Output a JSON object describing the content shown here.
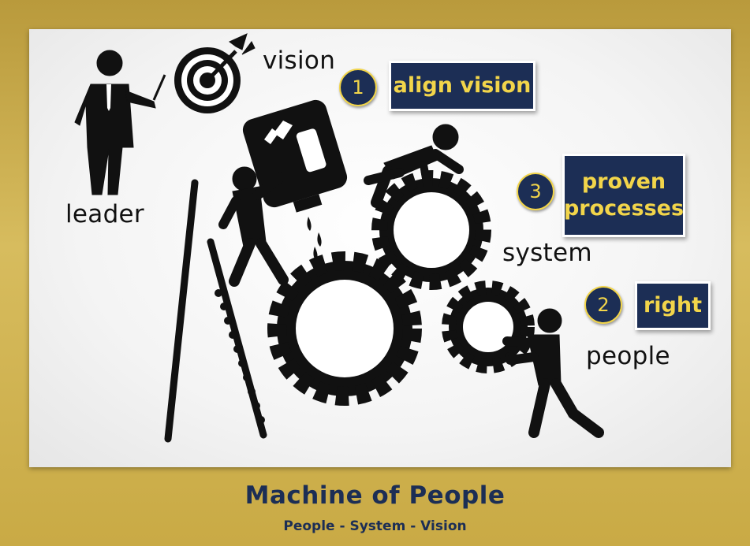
{
  "labels": {
    "vision": "vision",
    "leader": "leader",
    "system": "system",
    "people": "people"
  },
  "steps": [
    {
      "number": "1",
      "text": "align vision"
    },
    {
      "number": "2",
      "text": "right"
    },
    {
      "number": "3",
      "line1": "proven",
      "line2": "processes"
    }
  ],
  "footer": {
    "title": "Machine of People",
    "subtitle": "People - System - Vision"
  },
  "colors": {
    "navy": "#1c2e55",
    "gold": "#f2d54a",
    "frame_gold": "#c9aa45",
    "ink": "#111111"
  },
  "icons": [
    "leader-figure-icon",
    "target-icon",
    "arrow-icon",
    "oil-can-icon",
    "gear-icon",
    "ladder-icon",
    "person-climbing-icon",
    "person-pushing-icon"
  ]
}
